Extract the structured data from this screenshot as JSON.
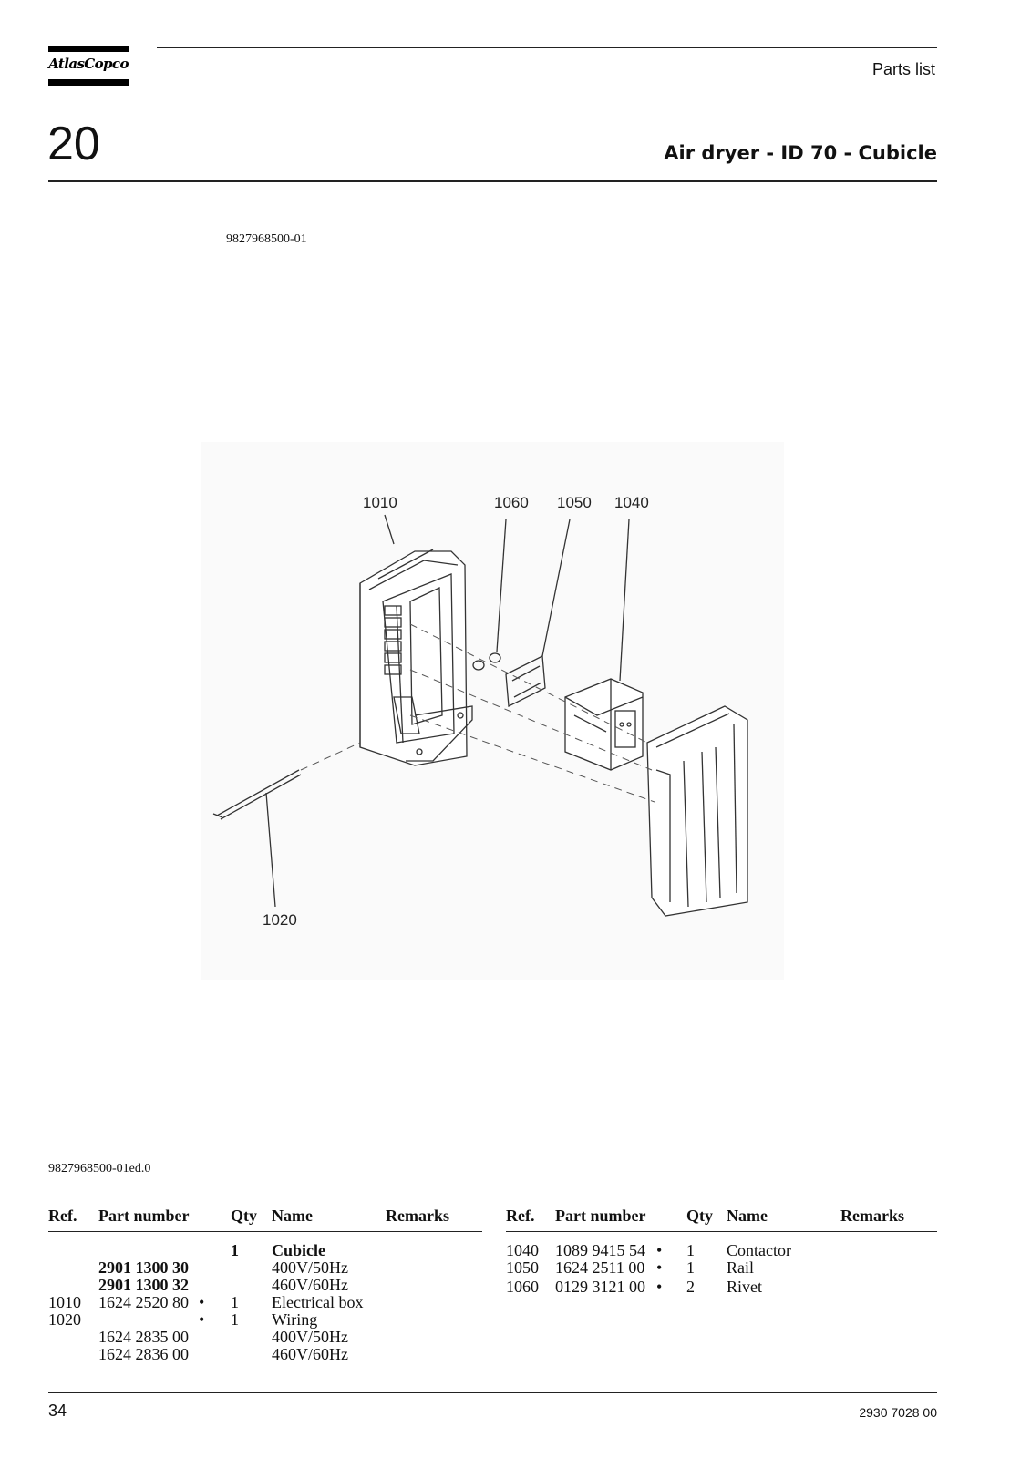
{
  "header": {
    "brand": "AtlasCopco",
    "section_label": "Parts list",
    "section_number": "20",
    "title": "Air dryer - ID 70 - Cubicle"
  },
  "drawing_ref": "9827968500-01",
  "illustration": {
    "callouts": {
      "c1010": "1010",
      "c1060": "1060",
      "c1050": "1050",
      "c1040": "1040",
      "c1020": "1020"
    }
  },
  "edition": "9827968500-01ed.0",
  "table_headers": {
    "ref": "Ref.",
    "part_number": "Part number",
    "qty": "Qty",
    "name": "Name",
    "remarks": "Remarks"
  },
  "left_rows": [
    {
      "ref": "",
      "part": "",
      "bullet": "",
      "qty": "1",
      "name": "Cubicle"
    },
    {
      "ref": "",
      "part": "2901 1300 30",
      "bullet": "",
      "qty": "",
      "name": "400V/50Hz"
    },
    {
      "ref": "",
      "part": "2901 1300 32",
      "bullet": "",
      "qty": "",
      "name": "460V/60Hz"
    },
    {
      "ref": "1010",
      "part": "1624 2520 80",
      "bullet": "•",
      "qty": "1",
      "name": "Electrical box"
    },
    {
      "ref": "1020",
      "part": "",
      "bullet": "•",
      "qty": "1",
      "name": "Wiring"
    },
    {
      "ref": "",
      "part": "1624 2835 00",
      "bullet": "",
      "qty": "",
      "name": "400V/50Hz"
    },
    {
      "ref": "",
      "part": "1624 2836 00",
      "bullet": "",
      "qty": "",
      "name": "460V/60Hz"
    }
  ],
  "right_rows": [
    {
      "ref": "1040",
      "part": "1089 9415 54",
      "bullet": "•",
      "qty": "1",
      "name": "Contactor"
    },
    {
      "ref": "1050",
      "part": "1624 2511 00",
      "bullet": "•",
      "qty": "1",
      "name": "Rail"
    },
    {
      "ref": "1060",
      "part": "0129 3121 00",
      "bullet": "•",
      "qty": "2",
      "name": "Rivet"
    }
  ],
  "footer": {
    "page_number": "34",
    "doc_number": "2930 7028 00"
  }
}
